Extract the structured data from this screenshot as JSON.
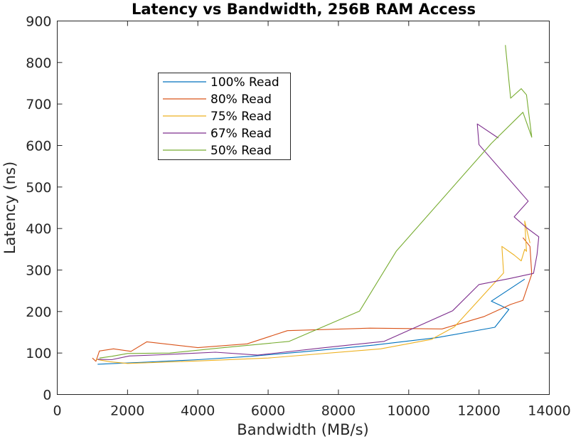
{
  "chart_data": {
    "type": "line",
    "title": "Latency vs Bandwidth, 256B RAM Access",
    "xlabel": "Bandwidth (MB/s)",
    "ylabel": "Latency (ns)",
    "xlim": [
      0,
      14000
    ],
    "ylim": [
      0,
      900
    ],
    "xticks": [
      0,
      2000,
      4000,
      6000,
      8000,
      10000,
      12000,
      14000
    ],
    "yticks": [
      0,
      100,
      200,
      300,
      400,
      500,
      600,
      700,
      800,
      900
    ],
    "grid": false,
    "legend_position": "upper-left-inside",
    "series": [
      {
        "name": "100% Read",
        "color": "#0072BD",
        "x": [
          1150,
          2500,
          4000,
          5500,
          7000,
          9000,
          10800,
          12450,
          12850,
          12350,
          13300
        ],
        "y": [
          73,
          78,
          84,
          92,
          103,
          119,
          137,
          162,
          205,
          225,
          278
        ]
      },
      {
        "name": "80% Read",
        "color": "#D95319",
        "x": [
          1000,
          1100,
          1200,
          1600,
          2100,
          2550,
          4000,
          5400,
          6550,
          8900,
          10950,
          12150,
          12900,
          13250,
          13500,
          13450,
          13250
        ],
        "y": [
          88,
          80,
          105,
          110,
          104,
          127,
          113,
          122,
          154,
          160,
          158,
          188,
          217,
          227,
          290,
          357,
          378
        ]
      },
      {
        "name": "75% Read",
        "color": "#EDB120",
        "x": [
          1100,
          1500,
          2000,
          4000,
          6000,
          9200,
          10650,
          11300,
          12700,
          12650,
          13000,
          13200,
          13300,
          13350,
          13300,
          13450
        ],
        "y": [
          85,
          79,
          75,
          81,
          88,
          110,
          133,
          163,
          293,
          357,
          336,
          322,
          350,
          345,
          418,
          365
        ]
      },
      {
        "name": "67% Read",
        "color": "#7E2F8E",
        "x": [
          1150,
          1550,
          2050,
          3000,
          4500,
          5700,
          7500,
          9300,
          11250,
          12000,
          12900,
          13550,
          13650,
          13700,
          13350,
          13000,
          13400,
          12000,
          11950,
          12550
        ],
        "y": [
          85,
          84,
          93,
          96,
          102,
          95,
          112,
          128,
          202,
          265,
          280,
          292,
          337,
          380,
          402,
          428,
          466,
          602,
          652,
          618
        ]
      },
      {
        "name": "50% Read",
        "color": "#77AC30",
        "x": [
          1200,
          1550,
          2000,
          3200,
          4600,
          6600,
          8600,
          9650,
          12350,
          13250,
          13500,
          13350,
          13200,
          12900,
          12750
        ],
        "y": [
          88,
          92,
          99,
          100,
          112,
          128,
          201,
          346,
          605,
          680,
          620,
          722,
          737,
          714,
          842
        ]
      }
    ]
  }
}
